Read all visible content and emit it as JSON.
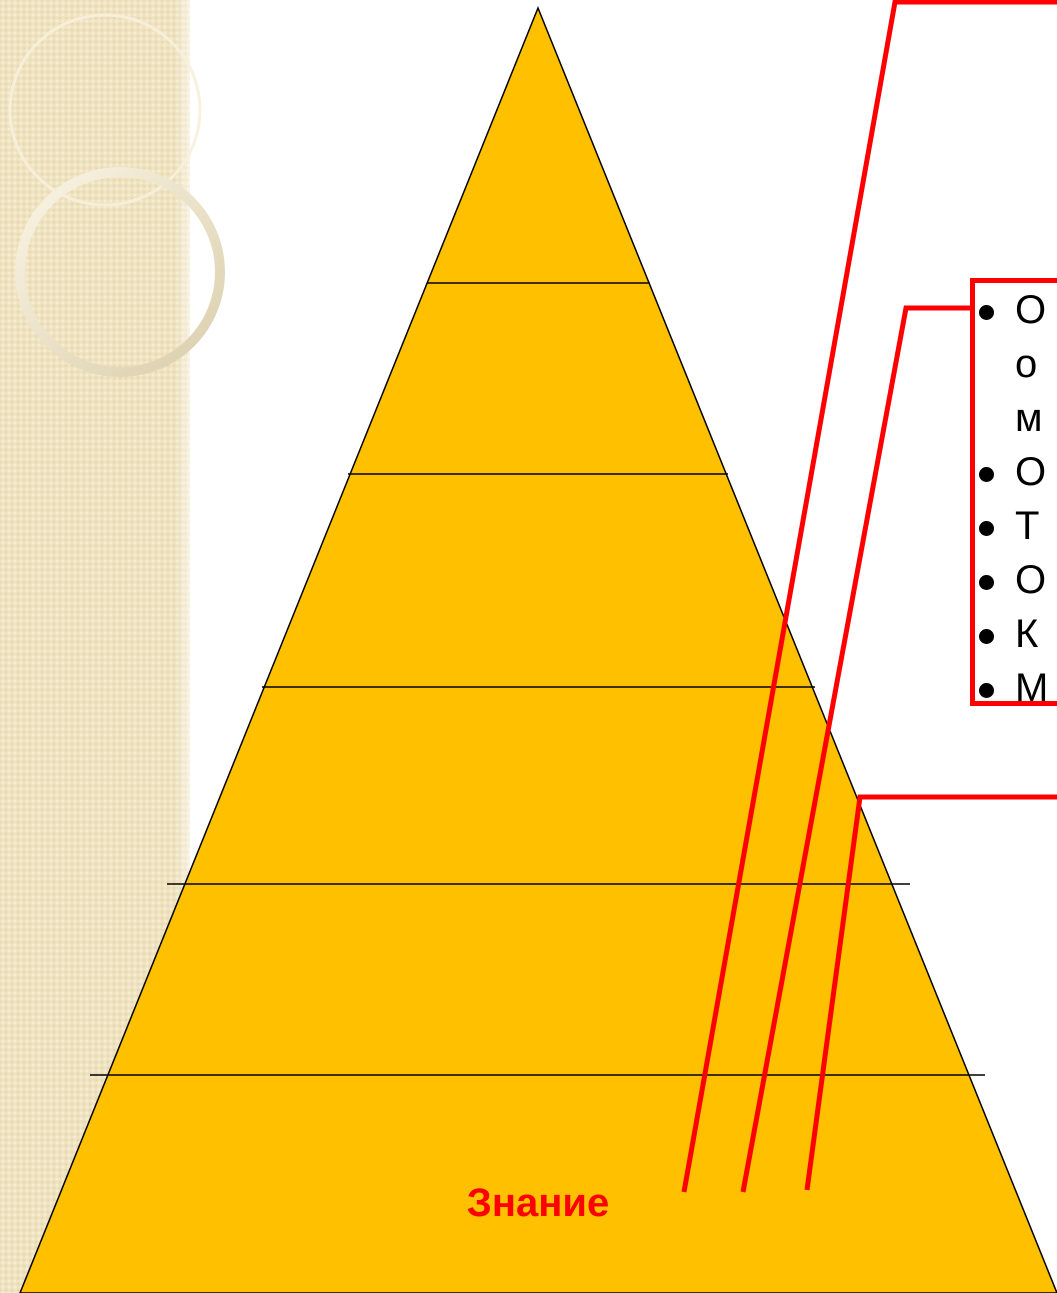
{
  "diagram": {
    "type": "pyramid",
    "base_label": "Знание",
    "colors": {
      "fill": "#FFC000",
      "outline": "#000000",
      "callout": "#FF0000",
      "label": "#FF0000"
    }
  },
  "bullets": {
    "items": [
      "О",
      "о",
      "м",
      "О",
      "Т",
      "О",
      "К",
      "М"
    ]
  }
}
